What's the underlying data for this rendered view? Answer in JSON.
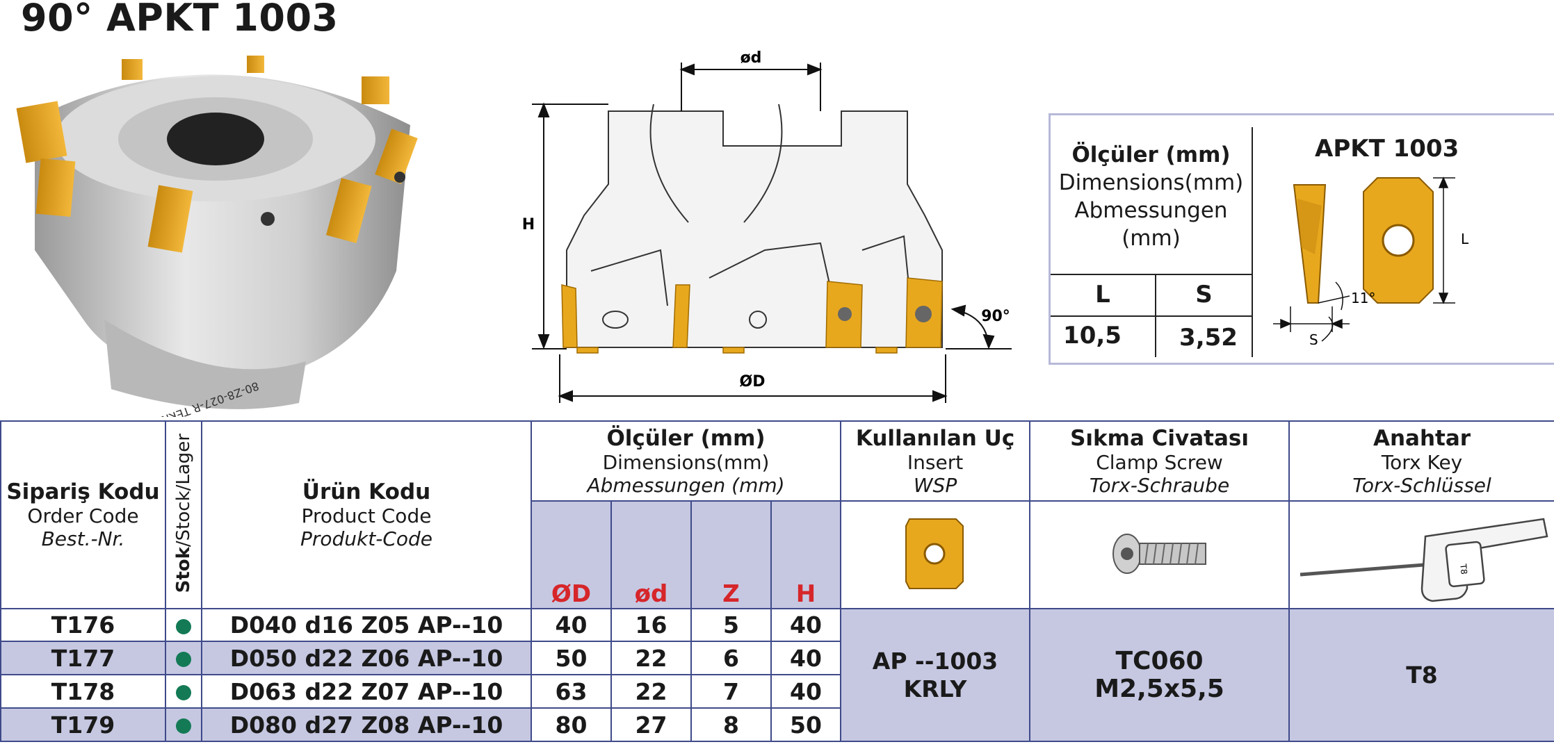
{
  "page": {
    "title": "90° APKT 1003"
  },
  "drawing": {
    "dim_d": "ød",
    "dim_H": "H",
    "dim_D": "ØD",
    "angle": "90°"
  },
  "insert_box": {
    "dim_tr": "Ölçüler (mm)",
    "dim_en": "Dimensions(mm)",
    "dim_de1": "Abmessungen",
    "dim_de2": "(mm)",
    "col_L": "L",
    "col_S": "S",
    "val_L": "10,5",
    "val_S": "3,52",
    "insert_name": "APKT 1003",
    "fig_L": "L",
    "fig_S": "S",
    "fig_angle": "11°"
  },
  "table": {
    "order": {
      "tr": "Sipariş Kodu",
      "en": "Order Code",
      "de": "Best.-Nr."
    },
    "stock": {
      "tr": "Stok",
      "rest": "/Stock/Lager"
    },
    "product": {
      "tr": "Ürün Kodu",
      "en": "Product Code",
      "de": "Produkt-Code"
    },
    "dims": {
      "tr": "Ölçüler (mm)",
      "en": "Dimensions(mm)",
      "de": "Abmessungen (mm)"
    },
    "dim_cols": [
      "ØD",
      "ød",
      "Z",
      "H"
    ],
    "insert": {
      "tr": "Kullanılan Uç",
      "en": "Insert",
      "de": "WSP"
    },
    "screw": {
      "tr": "Sıkma Civatası",
      "en": "Clamp Screw",
      "de": "Torx-Schraube"
    },
    "key": {
      "tr": "Anahtar",
      "en": "Torx Key",
      "de": "Torx-Schlüssel"
    },
    "rows": [
      {
        "order": "T176",
        "product": "D040 d16 Z05 AP--10",
        "D": "40",
        "d": "16",
        "Z": "5",
        "H": "40"
      },
      {
        "order": "T177",
        "product": "D050 d22 Z06 AP--10",
        "D": "50",
        "d": "22",
        "Z": "6",
        "H": "40"
      },
      {
        "order": "T178",
        "product": "D063 d22 Z07 AP--10",
        "D": "63",
        "d": "22",
        "Z": "7",
        "H": "40"
      },
      {
        "order": "T179",
        "product": "D080 d27 Z08 AP--10",
        "D": "80",
        "d": "27",
        "Z": "8",
        "H": "50"
      }
    ],
    "insert_value": {
      "line1": "AP --1003",
      "line2": "KRLY"
    },
    "screw_value": {
      "line1": "TC060",
      "line2": "M2,5x5,5"
    },
    "key_value": "T8",
    "key_label": "T8"
  },
  "colors": {
    "accent_border": "#3f4a8a",
    "shade": "#c6c8e2",
    "red": "#d6262a",
    "stock_dot": "#137a55",
    "insert_gold": "#e8a81e"
  }
}
